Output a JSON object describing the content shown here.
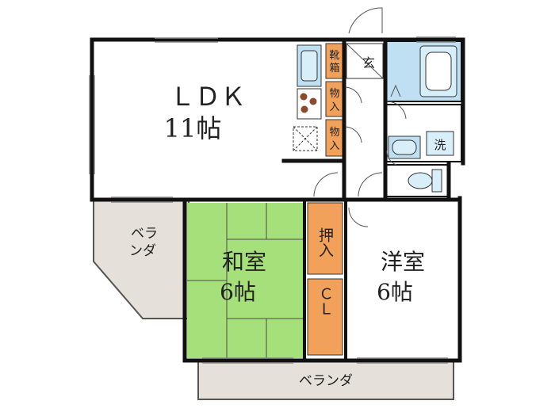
{
  "rooms": {
    "ldk": {
      "name": "ＬＤＫ",
      "size": "11帖"
    },
    "washitsu": {
      "name": "和室",
      "size": "6帖"
    },
    "youshitsu": {
      "name": "洋室",
      "size": "6帖"
    },
    "oshiire": "押入",
    "closet": "ＣＬ",
    "shoebox": [
      "靴",
      "箱"
    ],
    "storage1": [
      "物",
      "入"
    ],
    "storage2": [
      "物",
      "入"
    ],
    "entrance": "玄",
    "washer": "洗",
    "balcony_left": [
      "ベラ",
      "ンダ"
    ],
    "balcony_bottom": "ベランダ"
  },
  "colors": {
    "wall": "#111111",
    "tatami": "#a6e07a",
    "storage": "#f2a15a",
    "balcony": "#e5e0da",
    "wet": "#bfe0f2",
    "fixture": "#d8eff9"
  }
}
